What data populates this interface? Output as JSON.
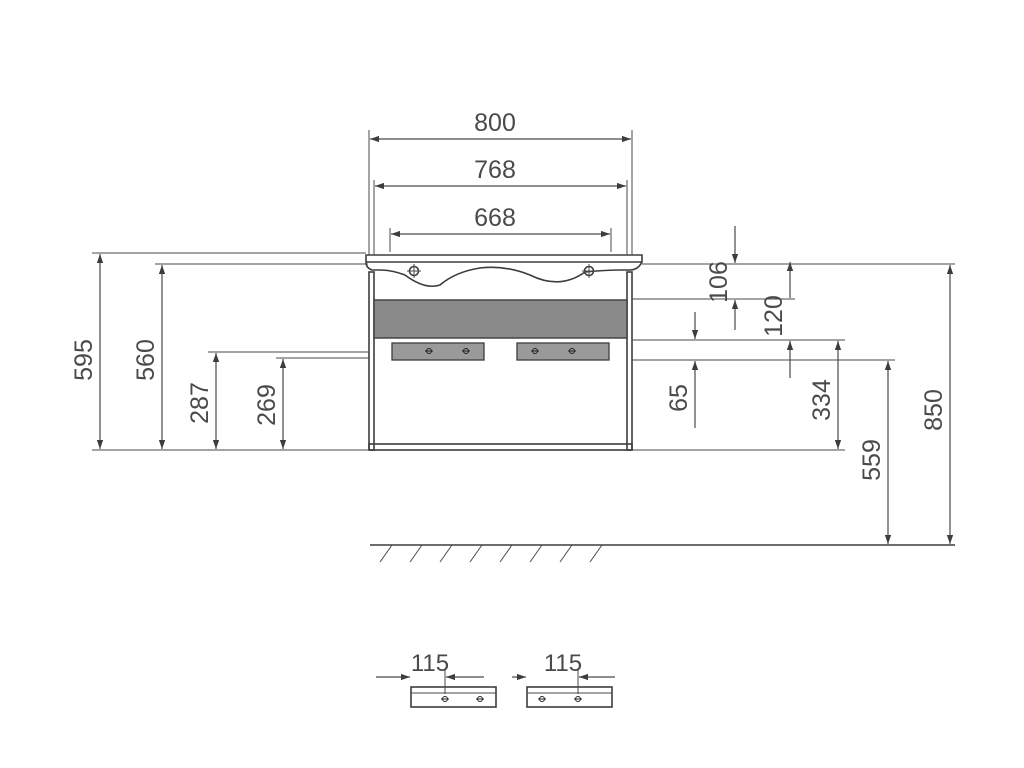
{
  "dimensions": {
    "width_overall": "800",
    "width_inner": "768",
    "faucet_spacing": "668",
    "basin_thickness": "106",
    "top_section": "120",
    "drawer_front": "65",
    "drawer_to_base": "334",
    "floor_to_base": "559",
    "floor_to_top": "850",
    "cabinet_height": "595",
    "body_height": "560",
    "drawer_level_left": "287",
    "drawer_level_left_inner": "269",
    "handle_offset_left": "115",
    "handle_offset_right": "115"
  },
  "colors": {
    "line": "#4a4a4a",
    "panel_fill": "#8a8a8a",
    "drawer_fill": "#9a9a9a",
    "background": "#ffffff"
  }
}
